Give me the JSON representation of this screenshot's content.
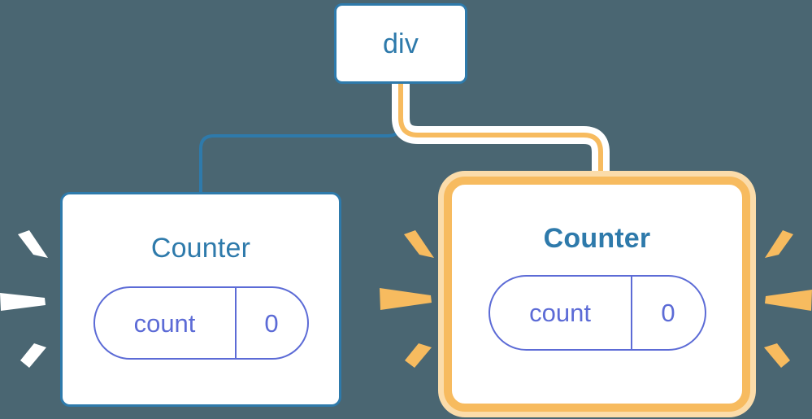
{
  "diagram": {
    "title": "React component re-render highlight diagram",
    "background_color": "#4a6672",
    "colors": {
      "blue": "#2e7aab",
      "orange": "#f7bb5f",
      "orange_glow": "#fbdcaa",
      "purple": "#5c6bd6",
      "white": "#ffffff"
    }
  },
  "nodes": {
    "root": {
      "label": "div"
    },
    "child_left": {
      "label": "Counter",
      "state": {
        "key": "count",
        "value": "0"
      }
    },
    "child_right": {
      "label": "Counter",
      "state": {
        "key": "count",
        "value": "0"
      },
      "highlighted": "true"
    }
  },
  "connectors": [
    {
      "name": "div-to-left-counter",
      "color": "#2e7aab",
      "style": "elbow"
    },
    {
      "name": "div-to-right-counter",
      "color": "#f7bb5f",
      "style": "elbow-with-white-halo"
    }
  ],
  "sparkles": [
    {
      "name": "left-counter-burst",
      "color": "#ffffff",
      "rays": 3,
      "side": "left"
    },
    {
      "name": "right-counter-burst-left",
      "color": "#f7bb5f",
      "rays": 3,
      "side": "left"
    },
    {
      "name": "right-counter-burst-right",
      "color": "#f7bb5f",
      "rays": 3,
      "side": "right"
    }
  ]
}
